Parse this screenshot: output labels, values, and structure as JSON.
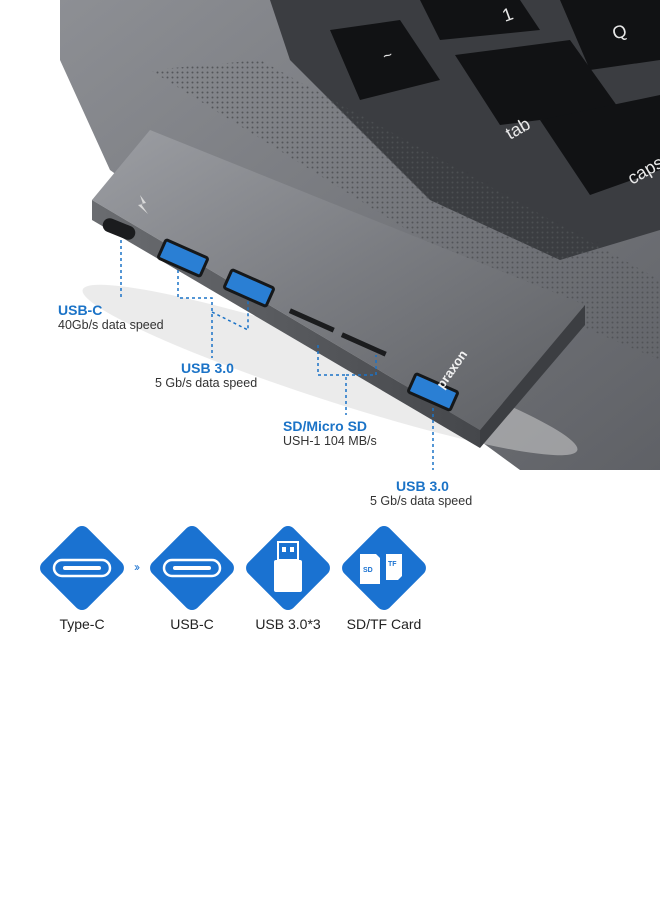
{
  "product": {
    "brand": "praxon",
    "keys": [
      "1",
      "Q",
      "~",
      "tab",
      "caps"
    ]
  },
  "callouts": [
    {
      "id": "usb-c",
      "title": "USB-C",
      "sub": "40Gb/s data speed"
    },
    {
      "id": "usb3-a",
      "title": "USB 3.0",
      "sub": "5 Gb/s data speed"
    },
    {
      "id": "sd",
      "title": "SD/Micro SD",
      "sub": "USH-1 104 MB/s"
    },
    {
      "id": "usb3-b",
      "title": "USB 3.0",
      "sub": "5 Gb/s data speed"
    }
  ],
  "features": [
    {
      "label": "Type-C",
      "icon": "type-c-port-icon"
    },
    {
      "label": "USB-C",
      "icon": "usb-c-port-icon"
    },
    {
      "label": "USB 3.0*3",
      "icon": "usb-drive-icon"
    },
    {
      "label": "SD/TF Card",
      "icon": "sd-tf-card-icon"
    }
  ],
  "colors": {
    "accent": "#1a72d1",
    "label_blue": "#1b73c7",
    "hub_gray": "#7b7d82"
  }
}
